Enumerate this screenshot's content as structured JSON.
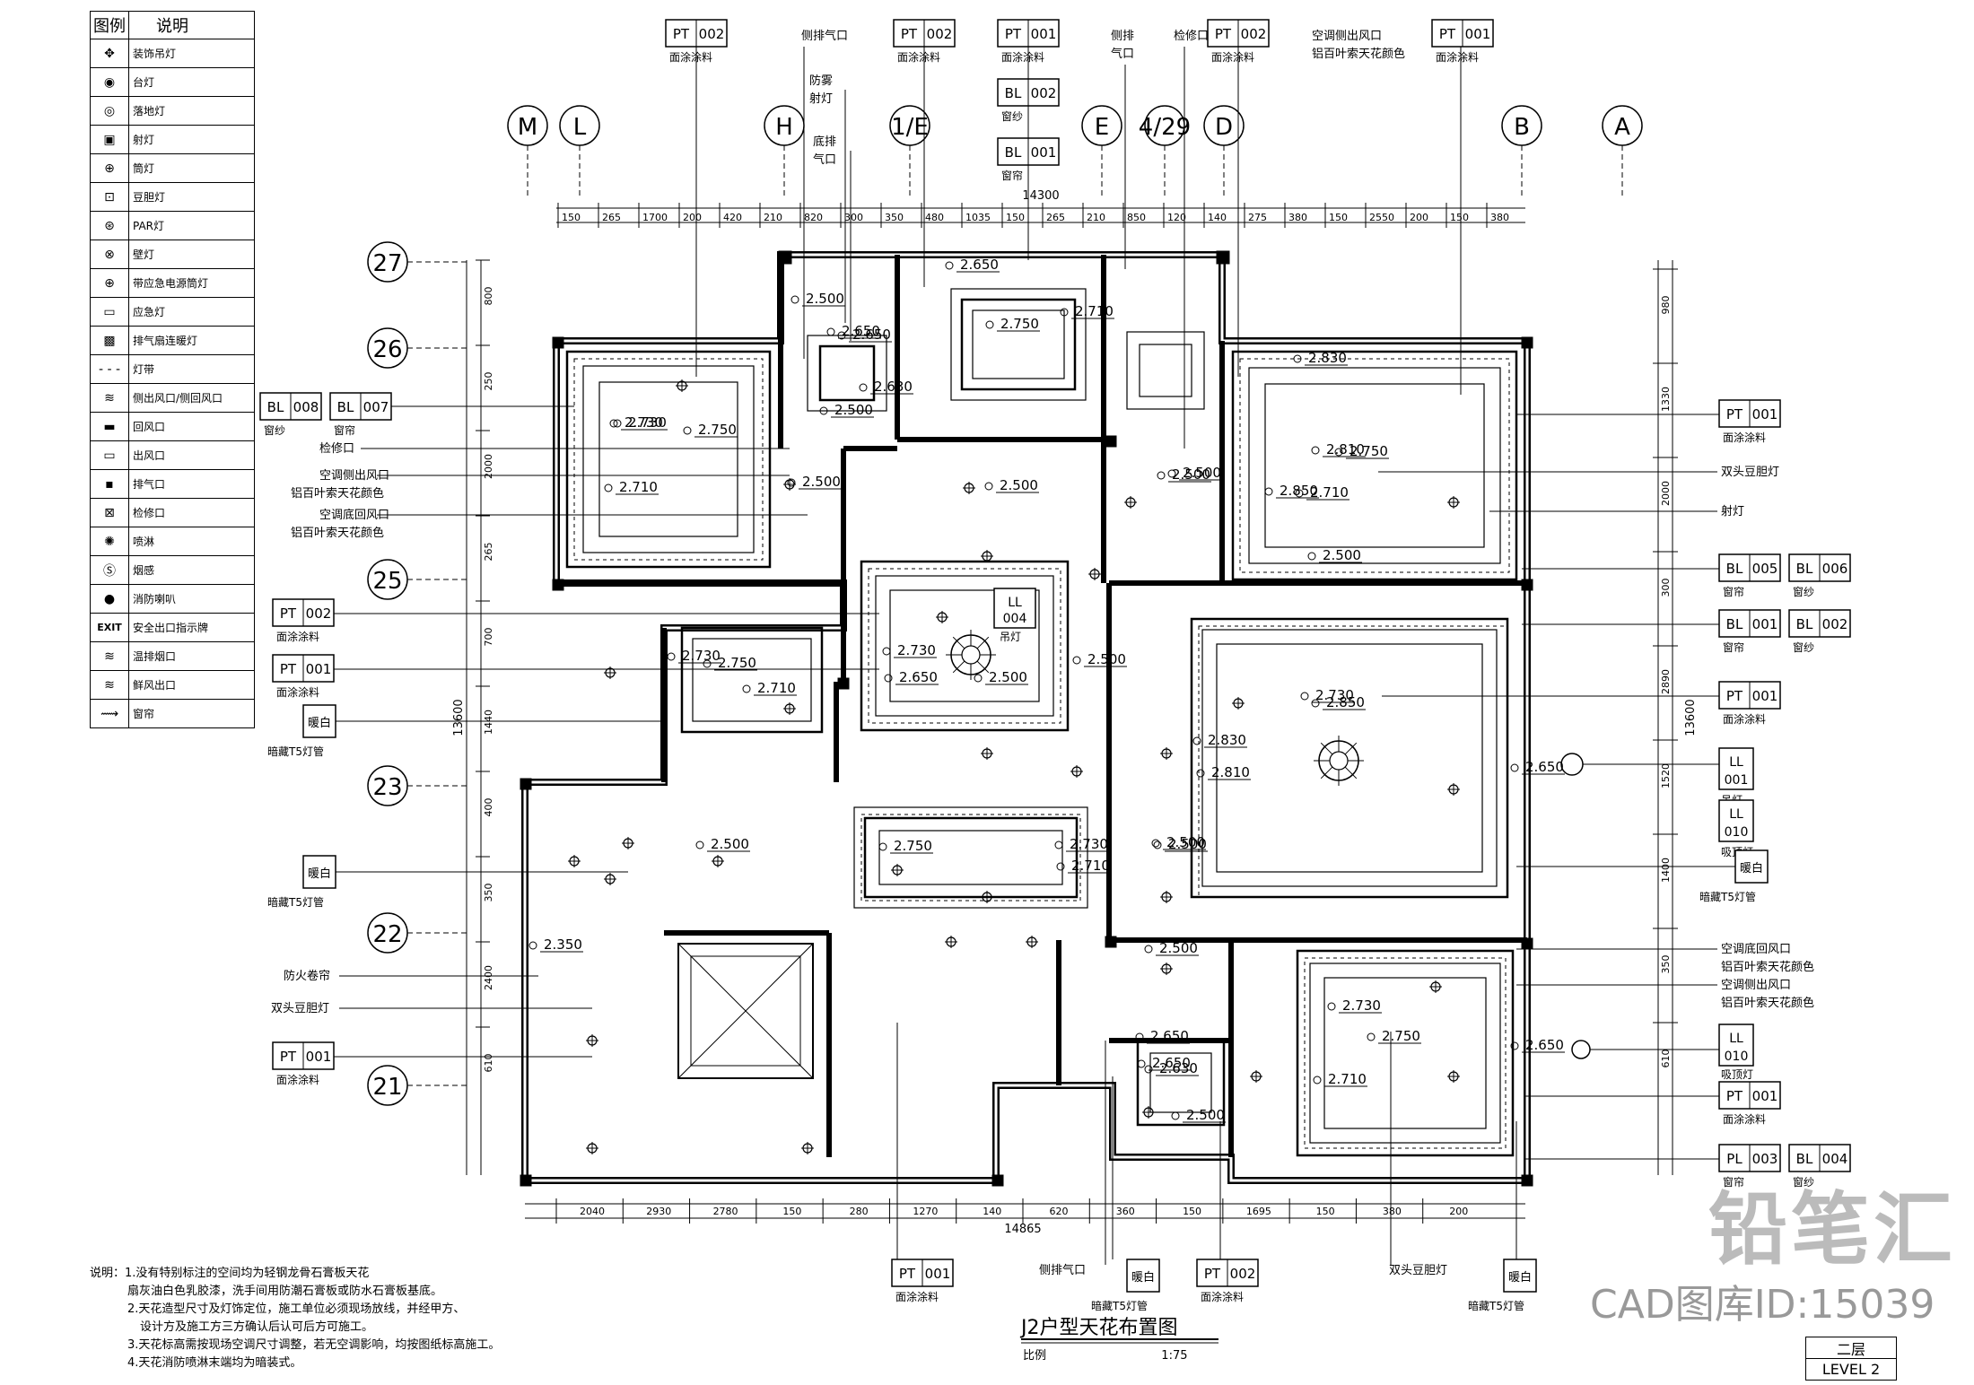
{
  "legend": {
    "header": [
      "图例",
      "说明"
    ],
    "items": [
      {
        "icon": "chandelier-icon",
        "glyph": "✥",
        "label": "装饰吊灯"
      },
      {
        "icon": "table-lamp-icon",
        "glyph": "◉",
        "label": "台灯"
      },
      {
        "icon": "floor-lamp-icon",
        "glyph": "◎",
        "label": "落地灯"
      },
      {
        "icon": "spotlight-icon",
        "glyph": "▣",
        "label": "射灯"
      },
      {
        "icon": "downlight-icon",
        "glyph": "⊕",
        "label": "筒灯"
      },
      {
        "icon": "bean-light-icon",
        "glyph": "⊡",
        "label": "豆胆灯"
      },
      {
        "icon": "par-light-icon",
        "glyph": "⊛",
        "label": "PAR灯"
      },
      {
        "icon": "wall-lamp-icon",
        "glyph": "⊗",
        "label": "壁灯"
      },
      {
        "icon": "emergency-downlight-icon",
        "glyph": "⊕",
        "label": "带应急电源筒灯"
      },
      {
        "icon": "emergency-light-icon",
        "glyph": "▭",
        "label": "应急灯"
      },
      {
        "icon": "exhaust-heater-icon",
        "glyph": "▩",
        "label": "排气扇连暖灯"
      },
      {
        "icon": "light-strip-icon",
        "glyph": "- - -",
        "label": "灯带"
      },
      {
        "icon": "side-vent-icon",
        "glyph": "≋",
        "label": "侧出风口/侧回风口"
      },
      {
        "icon": "return-vent-icon",
        "glyph": "▬",
        "label": "回风口"
      },
      {
        "icon": "supply-vent-icon",
        "glyph": "▭",
        "label": "出风口"
      },
      {
        "icon": "exhaust-vent-icon",
        "glyph": "▪",
        "label": "排气口"
      },
      {
        "icon": "access-hatch-icon",
        "glyph": "⊠",
        "label": "检修口"
      },
      {
        "icon": "sprinkler-icon",
        "glyph": "✺",
        "label": "喷淋"
      },
      {
        "icon": "smoke-detector-icon",
        "glyph": "Ⓢ",
        "label": "烟感"
      },
      {
        "icon": "fire-speaker-icon",
        "glyph": "●",
        "label": "消防喇叭"
      },
      {
        "icon": "exit-sign-icon",
        "glyph": "EXIT",
        "label": "安全出口指示牌"
      },
      {
        "icon": "smoke-exhaust-icon",
        "glyph": "≋",
        "label": "温排烟口"
      },
      {
        "icon": "fresh-air-icon",
        "glyph": "≋",
        "label": "鲜风出口"
      },
      {
        "icon": "curtain-icon",
        "glyph": "⟿",
        "label": "窗帘"
      }
    ]
  },
  "grid": {
    "columns": [
      "M",
      "L",
      "H",
      "1/E",
      "E",
      "4/29",
      "D",
      "B",
      "A"
    ],
    "rows": [
      "27",
      "26",
      "25",
      "23",
      "22",
      "21"
    ]
  },
  "dims": {
    "top_total": "14300",
    "bottom_total": "14865",
    "right_total": "13600",
    "left_total": "13600",
    "top_segments": [
      "150",
      "265",
      "1700",
      "200",
      "420",
      "210",
      "820",
      "300",
      "350",
      "480",
      "1035",
      "150",
      "265",
      "210",
      "850",
      "120",
      "140",
      "275",
      "380",
      "150",
      "2550",
      "200",
      "150",
      "380"
    ],
    "bottom_segments": [
      "2040",
      "2930",
      "2780",
      "150",
      "280",
      "1270",
      "140",
      "620",
      "360",
      "150",
      "1695",
      "150",
      "380",
      "200"
    ],
    "left_segments": [
      "800",
      "250",
      "2000",
      "265",
      "700",
      "1440",
      "400",
      "350",
      "2400",
      "610"
    ],
    "right_segments": [
      "980",
      "1330",
      "2000",
      "300",
      "2890",
      "1520",
      "1400",
      "350",
      "610"
    ]
  },
  "ceiling_heights": [
    "2.650",
    "2.500",
    "2.730",
    "2.650",
    "2.750",
    "2.710",
    "2.650",
    "2.630",
    "2.500",
    "2.730",
    "2.750",
    "2.710",
    "2.500",
    "2.500",
    "2.500",
    "2.750",
    "2.710",
    "2.730",
    "2.650",
    "2.500",
    "2.500",
    "2.830",
    "2.810",
    "2.850",
    "2.500",
    "2.730",
    "2.750",
    "2.710",
    "2.500",
    "2.850",
    "2.830",
    "2.810",
    "2.650",
    "2.500",
    "2.500",
    "2.350",
    "2.750",
    "2.730",
    "2.710",
    "2.500",
    "2.500",
    "2.730",
    "2.750",
    "2.710",
    "2.650",
    "2.650",
    "2.630",
    "2.500",
    "2.650",
    "2.730"
  ],
  "callouts": {
    "top": [
      {
        "code": "PT",
        "num": "002",
        "note": "面涂涂料"
      },
      {
        "label": "侧排气口"
      },
      {
        "label": "防雾射灯"
      },
      {
        "label": "底排气口"
      },
      {
        "code": "PT",
        "num": "002",
        "note": "面涂涂料"
      },
      {
        "code": "PT",
        "num": "001",
        "note": "面涂涂料"
      },
      {
        "code": "BL",
        "num": "002",
        "note": "窗纱"
      },
      {
        "code": "BL",
        "num": "001",
        "note": "窗帘"
      },
      {
        "label": "侧排气口"
      },
      {
        "label": "检修口"
      },
      {
        "code": "PT",
        "num": "002",
        "note": "面涂涂料"
      },
      {
        "label": "空调侧出风口"
      },
      {
        "label": "铝百叶索天花颜色"
      },
      {
        "code": "PT",
        "num": "001",
        "note": "面涂涂料"
      }
    ],
    "left": [
      {
        "code": "BL",
        "num": "008",
        "note": "窗纱"
      },
      {
        "code": "BL",
        "num": "007",
        "note": "窗帘"
      },
      {
        "label": "检修口"
      },
      {
        "label": "空调侧出风口"
      },
      {
        "label": "铝百叶索天花颜色"
      },
      {
        "label": "空调底回风口"
      },
      {
        "label": "铝百叶索天花颜色"
      },
      {
        "code": "PT",
        "num": "002",
        "note": "面涂涂料"
      },
      {
        "code": "PT",
        "num": "001",
        "note": "面涂涂料"
      },
      {
        "box": "暖白",
        "note": "暗藏T5灯管"
      },
      {
        "box": "暖白",
        "note": "暗藏T5灯管"
      },
      {
        "label": "防火卷帘"
      },
      {
        "label": "双头豆胆灯"
      },
      {
        "code": "PT",
        "num": "001",
        "note": "面涂涂料"
      }
    ],
    "right": [
      {
        "code": "PT",
        "num": "001",
        "note": "面涂涂料"
      },
      {
        "label": "双头豆胆灯"
      },
      {
        "label": "射灯"
      },
      {
        "code": "BL",
        "num": "005",
        "note": "窗帘"
      },
      {
        "code": "BL",
        "num": "006",
        "note": "窗纱"
      },
      {
        "code": "BL",
        "num": "001",
        "note": "窗帘"
      },
      {
        "code": "BL",
        "num": "002",
        "note": "窗纱"
      },
      {
        "code": "PT",
        "num": "001",
        "note": "面涂涂料"
      },
      {
        "code": "LL",
        "num": "001",
        "note": "吊灯"
      },
      {
        "code": "LL",
        "num": "010",
        "note": "吸顶灯"
      },
      {
        "box": "暖白",
        "note": "暗藏T5灯管"
      },
      {
        "label": "空调底回风口"
      },
      {
        "label": "铝百叶索天花颜色"
      },
      {
        "label": "空调侧出风口"
      },
      {
        "label": "铝百叶索天花颜色"
      },
      {
        "code": "LL",
        "num": "010",
        "note": "吸顶灯"
      },
      {
        "code": "PT",
        "num": "001",
        "note": "面涂涂料"
      },
      {
        "code": "PL",
        "num": "003",
        "note": "窗帘"
      },
      {
        "code": "BL",
        "num": "004",
        "note": "窗纱"
      }
    ],
    "bottom": [
      {
        "code": "PT",
        "num": "001",
        "note": "面涂涂料"
      },
      {
        "label": "侧排气口"
      },
      {
        "box": "暖白",
        "note": "暗藏T5灯管"
      },
      {
        "code": "PT",
        "num": "002",
        "note": "面涂涂料"
      },
      {
        "label": "双头豆胆灯"
      },
      {
        "box": "暖白",
        "note": "暗藏T5灯管"
      }
    ],
    "inner": [
      {
        "code": "LL",
        "num": "004",
        "note": "吊灯"
      }
    ]
  },
  "notes": [
    "说明：1.没有特别标注的空间均为轻钢龙骨石膏板天花",
    "扇灰油白色乳胶漆，洗手间用防潮石膏板或防水石膏板基底。",
    "2.天花造型尺寸及灯饰定位，施工单位必须现场放线，并经甲方、",
    "设计方及施工方三方确认后认可后方可施工。",
    "3.天花标高需按现场空调尺寸调整，若无空调影响，均按图纸标高施工。",
    "4.天花消防喷淋末端均为暗装式。"
  ],
  "title": "J2户型天花布置图",
  "scale": {
    "label": "比例",
    "value": "1:75"
  },
  "level": {
    "cn": "二层",
    "en": "LEVEL 2"
  },
  "watermark": {
    "brand": "铅笔汇",
    "id": "CAD图库ID:15039"
  }
}
